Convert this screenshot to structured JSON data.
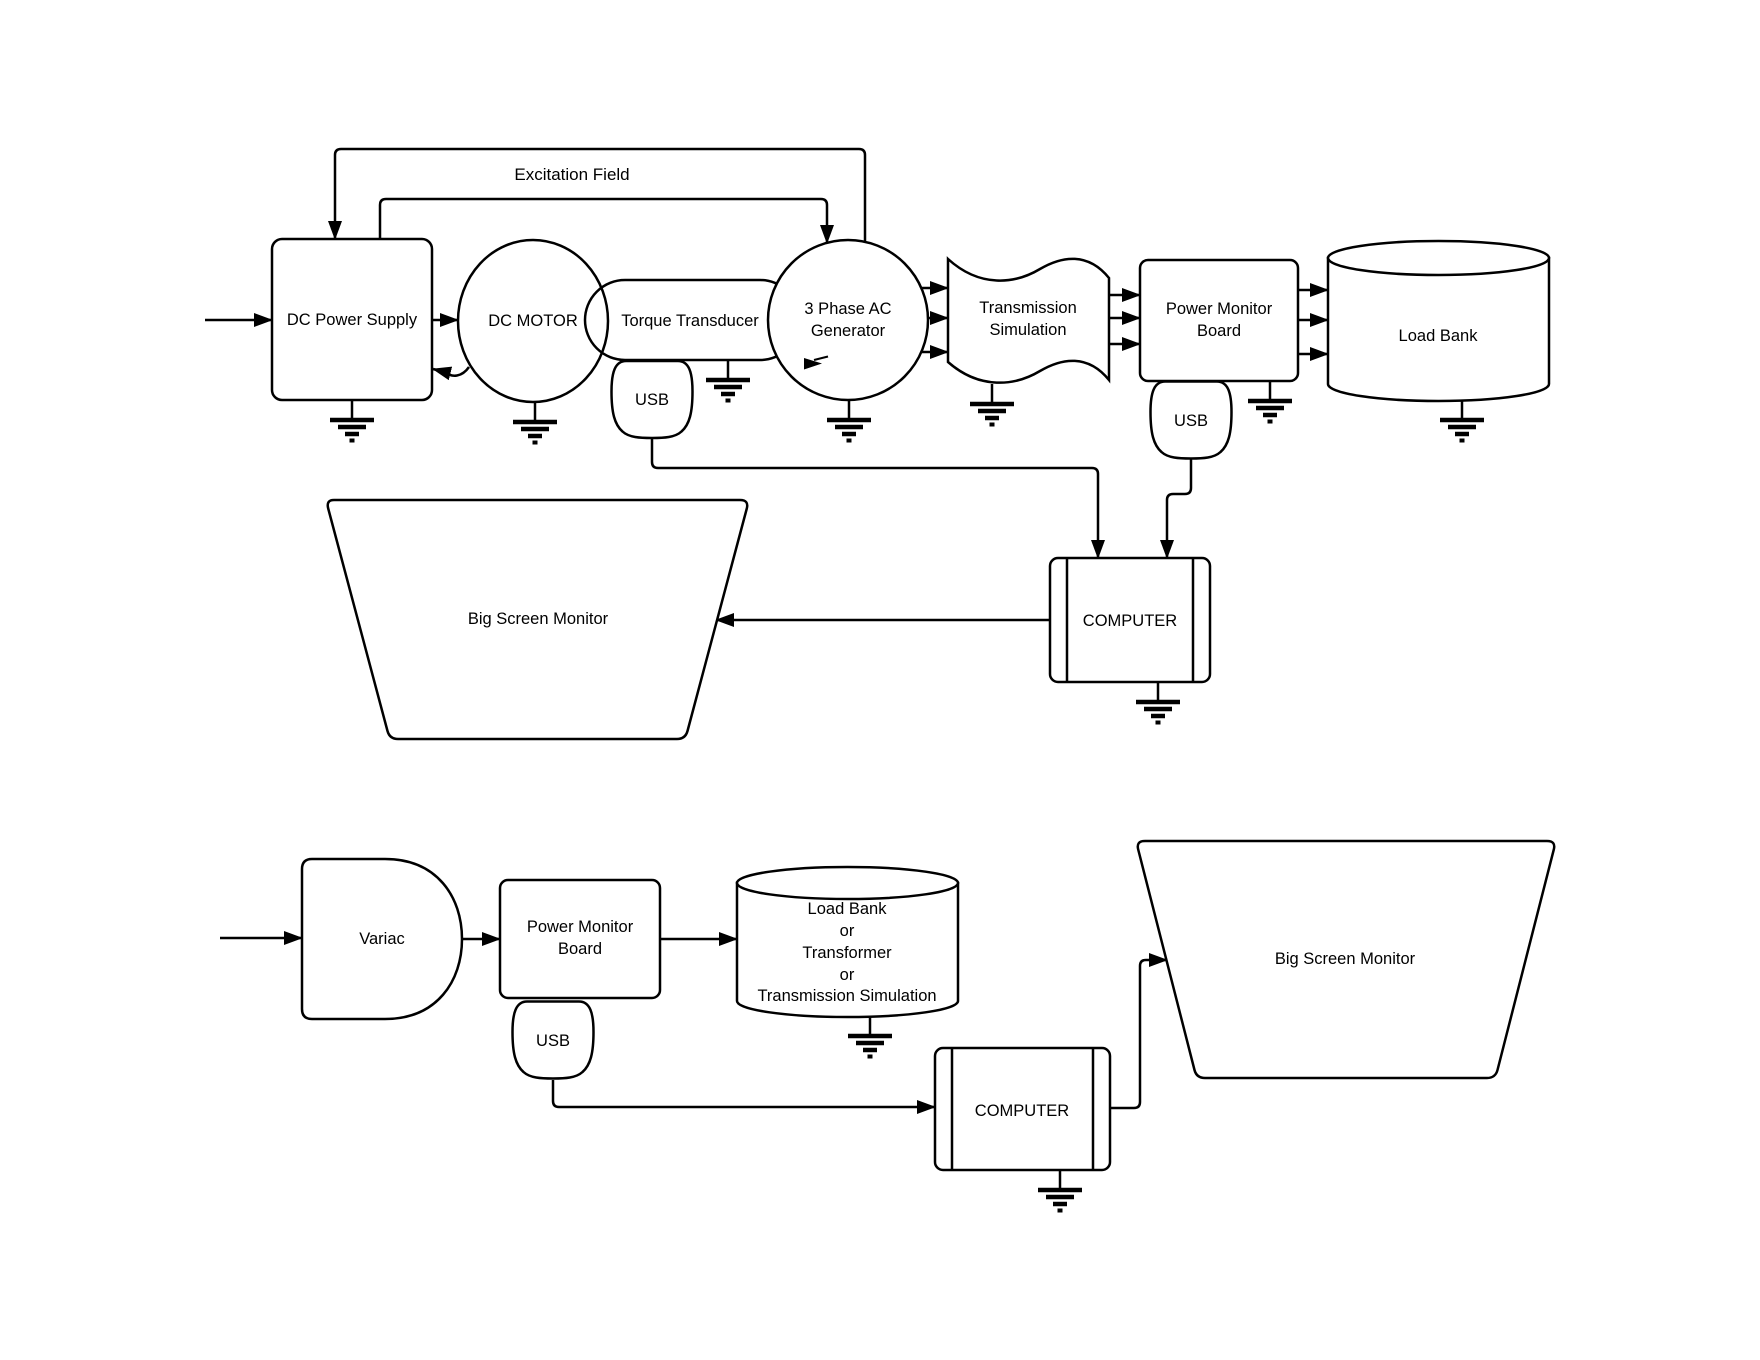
{
  "colors": {
    "stroke": "#000000",
    "background": "#ffffff"
  },
  "diagram1": {
    "excitation_field_label": "Excitation Field",
    "dc_power_supply": "DC Power Supply",
    "dc_motor": "DC MOTOR",
    "torque_transducer": "Torque Transducer",
    "torque_usb": "USB",
    "generator_line1": "3 Phase AC",
    "generator_line2": "Generator",
    "transmission_line1": "Transmission",
    "transmission_line2": "Simulation",
    "power_monitor_line1": "Power Monitor",
    "power_monitor_line2": "Board",
    "power_monitor_usb": "USB",
    "load_bank": "Load Bank",
    "computer": "COMPUTER",
    "big_screen_monitor": "Big Screen Monitor"
  },
  "diagram2": {
    "variac": "Variac",
    "power_monitor_line1": "Power Monitor",
    "power_monitor_line2": "Board",
    "power_monitor_usb": "USB",
    "load_bank_line1": "Load Bank",
    "load_bank_line2": "or",
    "load_bank_line3": "Transformer",
    "load_bank_line4": "or",
    "load_bank_line5": "Transmission Simulation",
    "computer": "COMPUTER",
    "big_screen_monitor": "Big Screen Monitor"
  }
}
